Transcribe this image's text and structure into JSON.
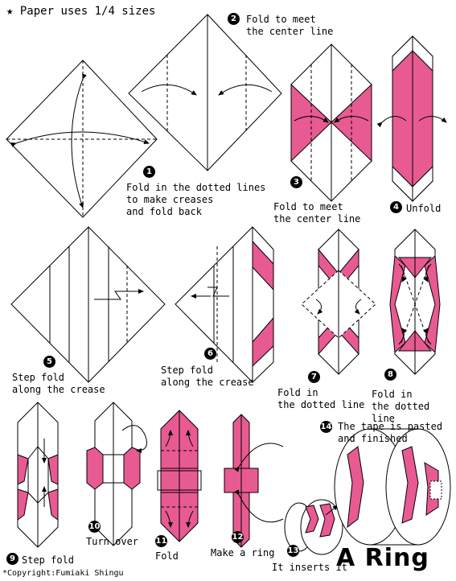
{
  "header": {
    "star": "★",
    "text": "Paper uses 1/4 sizes"
  },
  "title": "A Ring",
  "copyright": "*Copyright:Fumiaki Shingu",
  "steps": [
    {
      "n": "1",
      "text": "Fold in the dotted lines\nto make creases\nand fold back"
    },
    {
      "n": "2",
      "text": "Fold to meet\nthe center line"
    },
    {
      "n": "3",
      "text": "Fold to meet\nthe center line"
    },
    {
      "n": "4",
      "text": "Unfold"
    },
    {
      "n": "5",
      "text": "Step fold\nalong the crease"
    },
    {
      "n": "6",
      "text": "Step fold\nalong the crease"
    },
    {
      "n": "7",
      "text": "Fold in\nthe dotted line"
    },
    {
      "n": "8",
      "text": "Fold in\nthe dotted line"
    },
    {
      "n": "9",
      "text": "Step fold"
    },
    {
      "n": "10",
      "text": "Turn over"
    },
    {
      "n": "11",
      "text": "Fold"
    },
    {
      "n": "12",
      "text": "Make a ring"
    },
    {
      "n": "13",
      "text": "It inserts it"
    },
    {
      "n": "14",
      "text": "The tape is pasted\nand finished"
    }
  ],
  "colors": {
    "paper_pink": "#e85a92",
    "ink": "#000000",
    "paper_white": "#ffffff"
  }
}
